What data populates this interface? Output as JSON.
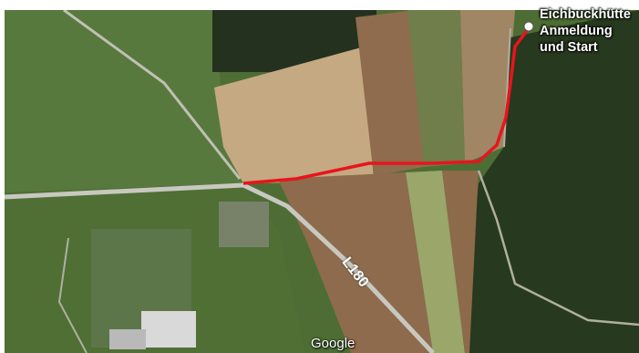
{
  "callout": {
    "line1": "Eichbuckhütte",
    "line2": "Anmeldung",
    "line3": "und Start"
  },
  "road_label": "L180",
  "attribution": "Google",
  "colors": {
    "route": "#e8141c",
    "forest": "#27391e",
    "field_light": "#c9b089",
    "field_brown": "#8c6a4a",
    "meadow": "#5d7d3e",
    "road": "#c8c8c0"
  },
  "icons": {
    "poi": "marker-icon"
  }
}
